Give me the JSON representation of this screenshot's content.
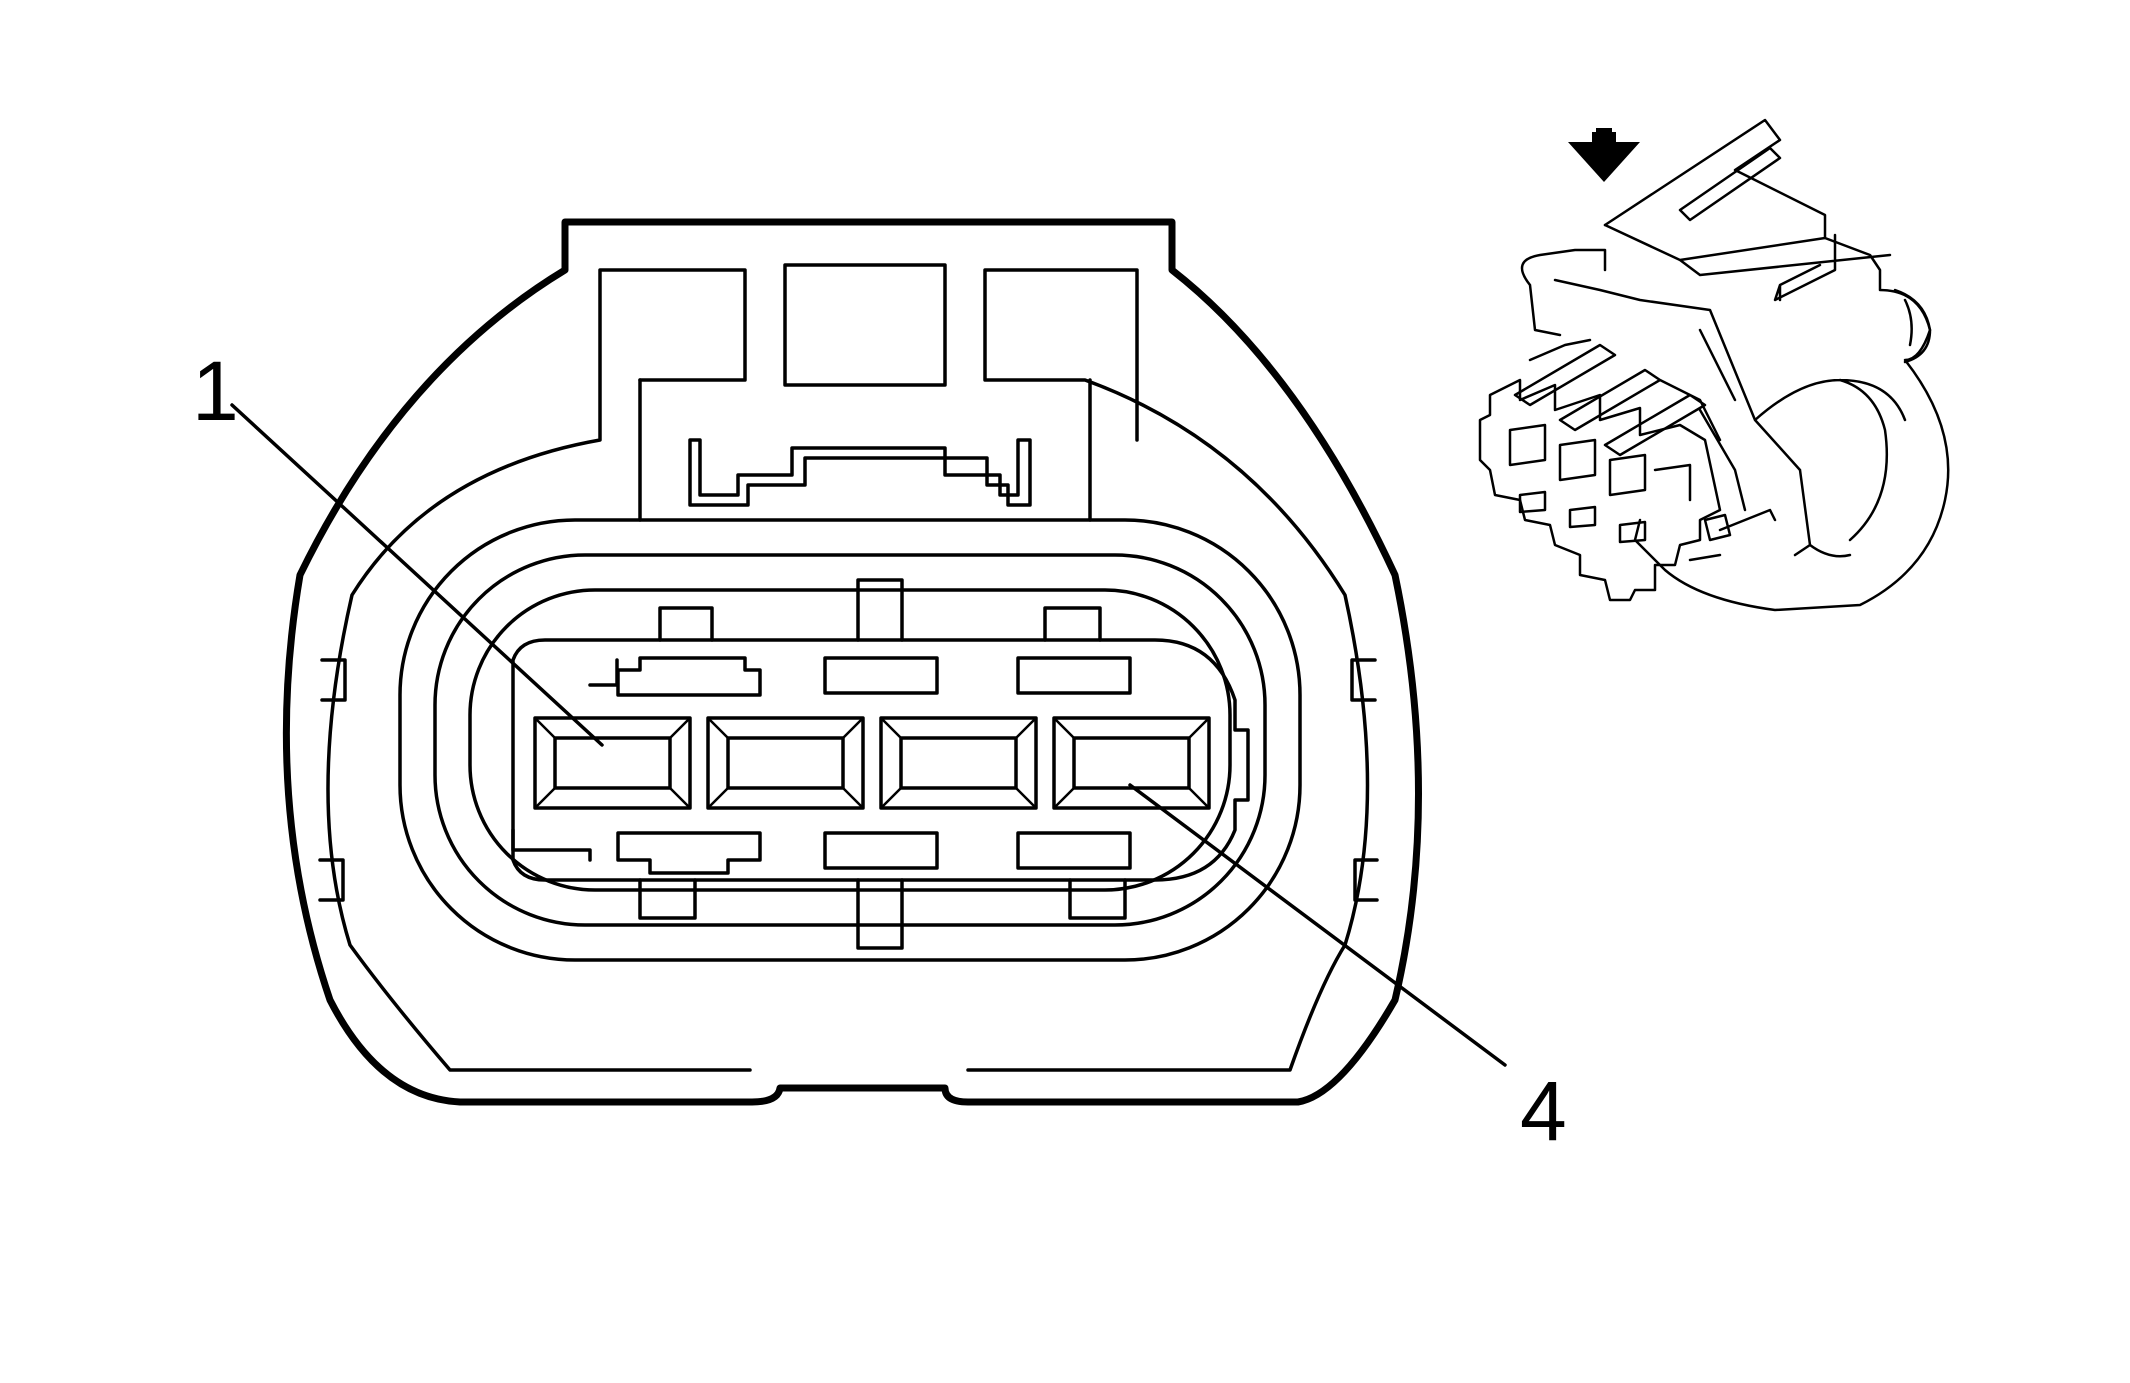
{
  "diagram": {
    "callouts": [
      {
        "id": "pin-1",
        "label": "1"
      },
      {
        "id": "pin-4",
        "label": "4"
      }
    ],
    "terminal_count": 4,
    "line_color": "#000000",
    "background_color": "#ffffff",
    "icons": {
      "view_direction": "arrow-down-icon"
    }
  }
}
